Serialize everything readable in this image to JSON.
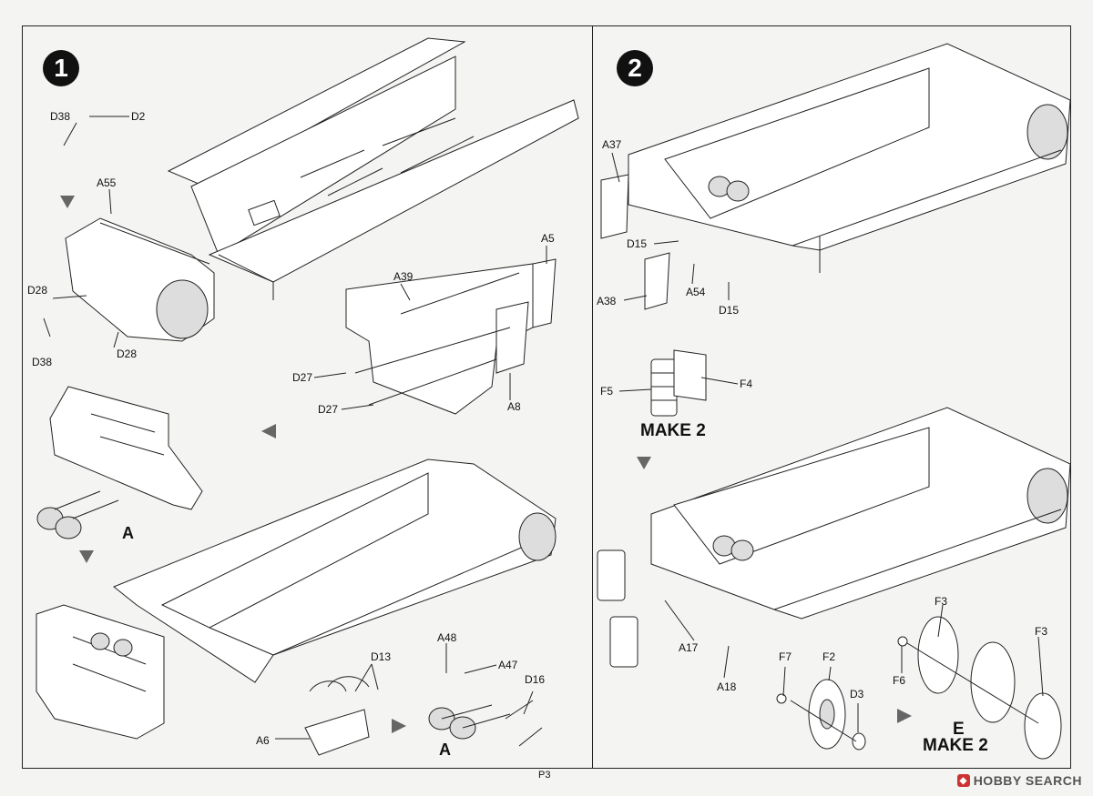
{
  "page": {
    "number": "P3"
  },
  "watermark": {
    "text": "HOBBY SEARCH"
  },
  "step1": {
    "number": "1",
    "parts": {
      "d38_top": "D38",
      "d2": "D2",
      "a55": "A55",
      "d28_a": "D28",
      "d38_b": "D38",
      "d28_b": "D28",
      "a5": "A5",
      "a39": "A39",
      "d27_a": "D27",
      "d27_b": "D27",
      "a8": "A8",
      "a_callout": "A",
      "d13": "D13",
      "a48": "A48",
      "a47": "A47",
      "d16": "D16",
      "a6": "A6",
      "a_result": "A"
    }
  },
  "step2": {
    "number": "2",
    "parts": {
      "a37": "A37",
      "d15_a": "D15",
      "a54": "A54",
      "a38": "A38",
      "d15_b": "D15",
      "f5": "F5",
      "f4": "F4",
      "make2": "MAKE 2",
      "a17": "A17",
      "a18": "A18",
      "f7": "F7",
      "f2": "F2",
      "d3": "D3",
      "f3_a": "F3",
      "f6": "F6",
      "f3_b": "F3",
      "e_label": "E",
      "e_make2": "MAKE 2"
    }
  }
}
